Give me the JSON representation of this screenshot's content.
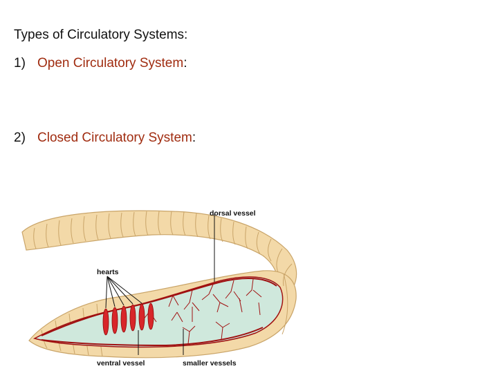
{
  "slide": {
    "heading": "Types of Circulatory Systems:",
    "items": [
      {
        "number": "1)",
        "term": "Open Circulatory System",
        "suffix": ":"
      },
      {
        "number": "2)",
        "term": "Closed Circulatory System",
        "suffix": ":"
      }
    ]
  },
  "figure": {
    "labels": {
      "dorsal": "dorsal vessel",
      "hearts": "hearts",
      "ventral": "ventral vessel",
      "smaller": "smaller vessels"
    }
  },
  "colors": {
    "text": "#111111",
    "term": "#a02c10",
    "worm_body": "#f3d9a8",
    "worm_segments": "#c9a468",
    "gut": "#cfe8dc",
    "vessel": "#a01010",
    "heart": "#d8262a"
  }
}
